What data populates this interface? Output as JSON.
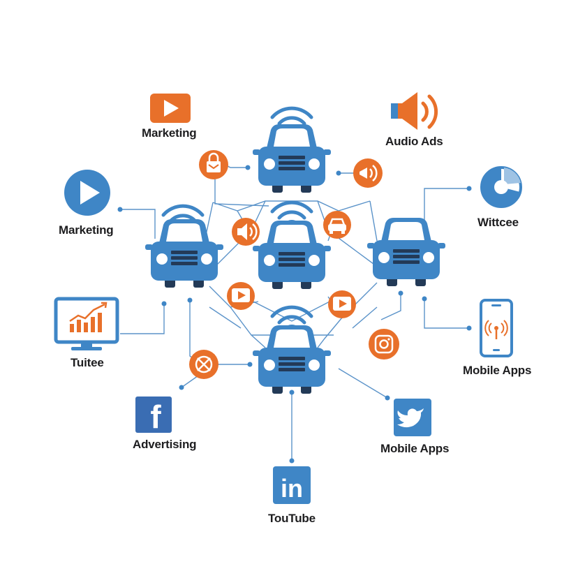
{
  "labels": {
    "marketing_top": "Marketing",
    "audio_ads": "Audio Ads",
    "marketing_left": "Marketing",
    "wittcee": "Wittcee",
    "tuitee": "Tuitee",
    "mobile_apps_right": "Mobile Apps",
    "advertising": "Advertising",
    "mobile_apps_bottom": "Mobile Apps",
    "toutube": "TouTube"
  },
  "icons": {
    "top_left": "youtube-icon",
    "audio": "speaker-icon",
    "left_play": "play-circle-icon",
    "pie": "pie-chart-icon",
    "monitor": "chart-monitor-icon",
    "phone": "smartphone-signal-icon",
    "facebook": "facebook-icon",
    "twitter": "twitter-icon",
    "linkedin": "linkedin-icon"
  },
  "brand_text": {
    "facebook": "f",
    "linkedin": "in"
  },
  "colors": {
    "blue": "#3f86c6",
    "dark_blue": "#245a8c",
    "orange": "#e8702a",
    "line": "#5b93c9"
  }
}
